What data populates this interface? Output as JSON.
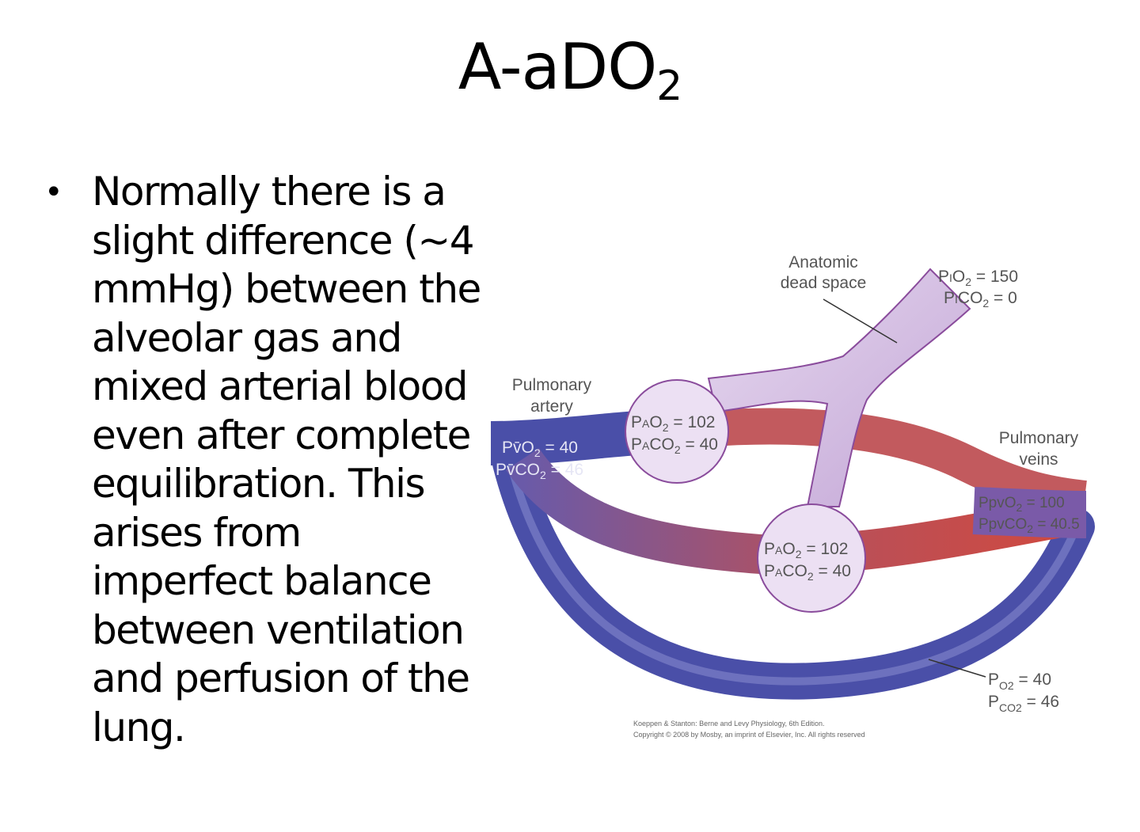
{
  "title": {
    "main": "A-aDO",
    "sub": "2"
  },
  "bullet": {
    "marker": "•",
    "lines": [
      "Normally there is a",
      "slight difference (~4",
      "mmHg) between the",
      "alveolar gas  and",
      "mixed arterial blood",
      "even after complete",
      "equilibration. This",
      "arises from",
      "imperfect balance",
      "between ventilation",
      "and perfusion of the",
      "lung."
    ]
  },
  "diagram": {
    "labels": {
      "anatomic_dead_space": [
        "Anatomic",
        "dead space"
      ],
      "pulmonary_artery": [
        "Pulmonary",
        "artery"
      ],
      "pulmonary_veins": [
        "Pulmonary",
        "veins"
      ]
    },
    "inspired": {
      "po2": "= 150",
      "pco2": "= 0"
    },
    "artery": {
      "pvo2": "= 40",
      "pvco2": "= 46"
    },
    "alveolus_1": {
      "pao2": "= 102",
      "paco2": "= 40"
    },
    "alveolus_2": {
      "pao2": "= 102",
      "paco2": "= 40"
    },
    "veins": {
      "ppvo2": "= 100",
      "ppvco2": "= 40.5"
    },
    "shunt": {
      "po2": "= 40",
      "pco2": "= 46"
    },
    "credit": [
      "Koeppen & Stanton: Berne and Levy Physiology, 6th Edition.",
      "Copyright © 2008 by Mosby, an imprint of Elsevier, Inc. All rights reserved"
    ],
    "colors": {
      "venous": "#4a4fa8",
      "arterial": "#c0504d",
      "airway": "#c6a8d8"
    }
  }
}
